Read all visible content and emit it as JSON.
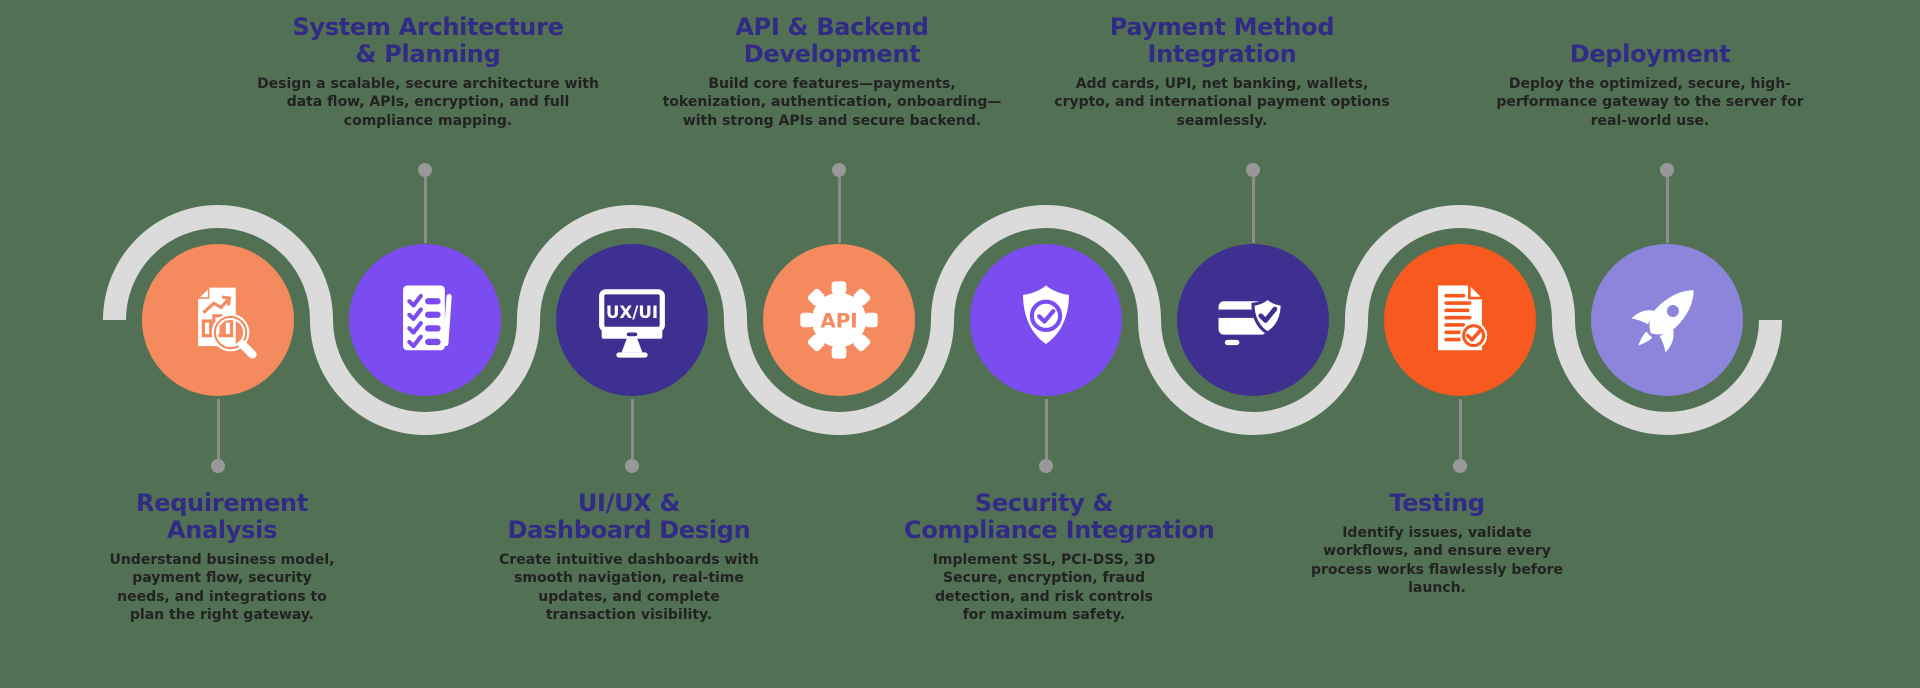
{
  "background": "#527154",
  "colors": {
    "ribbon": "#DBDBDB",
    "stem": "#8C8C8C",
    "connector_dot": "#989898",
    "heading": "#322B85",
    "body_text": "#222222",
    "orange": "#F68A5F",
    "violet": "#7B4CF0",
    "indigo": "#3D3090",
    "deep_orange": "#F7591E",
    "periwinkle": "#8D84DB"
  },
  "steps": [
    {
      "title_lines": [
        "Requirement",
        "Analysis"
      ],
      "description": "Understand business model, payment flow, security needs, and integrations to plan the right gateway.",
      "icon": "analysis-magnifier-icon",
      "position": "bottom",
      "circle_color": "#F68A5F"
    },
    {
      "title_lines": [
        "System Architecture",
        "& Planning"
      ],
      "description": "Design a scalable, secure architecture with data flow, APIs, encryption, and full compliance mapping.",
      "icon": "checklist-icon",
      "position": "top",
      "circle_color": "#7B4CF0"
    },
    {
      "title_lines": [
        "UI/UX &",
        "Dashboard Design"
      ],
      "description": "Create intuitive dashboards with smooth navigation, real-time updates, and complete transaction visibility.",
      "icon": "monitor-uxui-icon",
      "icon_label": "UX/UI",
      "position": "bottom",
      "circle_color": "#3D3090"
    },
    {
      "title_lines": [
        "API & Backend",
        "Development"
      ],
      "description": "Build core features—payments, tokenization, authentication, onboarding—with strong APIs and secure backend.",
      "icon": "api-gear-icon",
      "icon_label": "API",
      "position": "top",
      "circle_color": "#F68A5F"
    },
    {
      "title_lines": [
        "Security &",
        "Compliance Integration"
      ],
      "description": "Implement SSL, PCI-DSS, 3D Secure, encryption, fraud detection, and risk controls for maximum safety.",
      "icon": "shield-check-icon",
      "position": "bottom",
      "circle_color": "#7B4CF0"
    },
    {
      "title_lines": [
        "Payment Method",
        "Integration"
      ],
      "description": "Add cards, UPI, net banking, wallets, crypto, and international payment options seamlessly.",
      "icon": "card-shield-icon",
      "position": "top",
      "circle_color": "#3D3090"
    },
    {
      "title_lines": [
        "Testing"
      ],
      "description": "Identify issues, validate workflows, and ensure every process works flawlessly before launch.",
      "icon": "document-check-icon",
      "position": "bottom",
      "circle_color": "#F7591E"
    },
    {
      "title_lines": [
        "Deployment"
      ],
      "description": "Deploy the optimized, secure, high-performance gateway to the server for real-world use.",
      "icon": "rocket-icon",
      "position": "top",
      "circle_color": "#8D84DB"
    }
  ]
}
